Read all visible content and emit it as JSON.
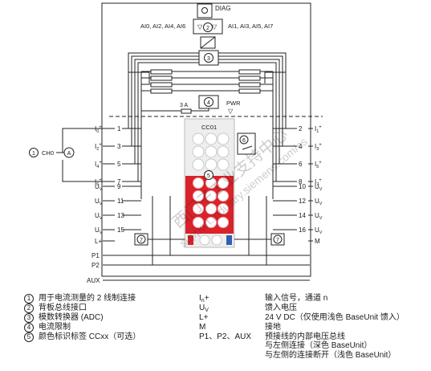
{
  "diagram": {
    "diag_label": "DIAG",
    "ai_even_label": "AI0, AI2, AI4, AI6",
    "ai_odd_label": "AI1, AI3, AI5, AI7",
    "fuse_label": "3 A",
    "pwr_label": "PWR",
    "cc_label": "CC01",
    "ch_label": "CH0",
    "ammeter_label": "A",
    "m_label": "M",
    "rail_labels": [
      "P1",
      "P2",
      "AUX"
    ],
    "markers": [
      "1",
      "2",
      "3",
      "4",
      "5",
      "6",
      "7",
      "7"
    ],
    "left_terminals": [
      {
        "num": "1",
        "sig": "I",
        "sub": "0",
        "sup": "+"
      },
      {
        "num": "3",
        "sig": "I",
        "sub": "2",
        "sup": "+"
      },
      {
        "num": "5",
        "sig": "I",
        "sub": "4",
        "sup": "+"
      },
      {
        "num": "7",
        "sig": "I",
        "sub": "6",
        "sup": "+"
      },
      {
        "num": "9",
        "sig": "U",
        "sub": "V",
        "sup": ""
      },
      {
        "num": "11",
        "sig": "U",
        "sub": "V",
        "sup": ""
      },
      {
        "num": "13",
        "sig": "U",
        "sub": "V",
        "sup": ""
      },
      {
        "num": "15",
        "sig": "U",
        "sub": "V",
        "sup": ""
      },
      {
        "num": "",
        "sig": "L+",
        "sub": "",
        "sup": ""
      }
    ],
    "right_terminals": [
      {
        "num": "2",
        "sig": "I",
        "sub": "1",
        "sup": "+"
      },
      {
        "num": "4",
        "sig": "I",
        "sub": "3",
        "sup": "+"
      },
      {
        "num": "6",
        "sig": "I",
        "sub": "5",
        "sup": "+"
      },
      {
        "num": "8",
        "sig": "I",
        "sub": "7",
        "sup": "+"
      },
      {
        "num": "10",
        "sig": "U",
        "sub": "V",
        "sup": ""
      },
      {
        "num": "12",
        "sig": "U",
        "sub": "V",
        "sup": ""
      },
      {
        "num": "14",
        "sig": "U",
        "sub": "V",
        "sup": ""
      },
      {
        "num": "16",
        "sig": "U",
        "sub": "V",
        "sup": ""
      },
      {
        "num": "",
        "sig": "M",
        "sub": "",
        "sup": ""
      }
    ],
    "watermark": [
      "西门子工业支持中心",
      "support.industry.siemens.com/cs"
    ]
  },
  "legend": {
    "left": [
      {
        "num": "1",
        "text": "用于电流测量的 2 线制连接"
      },
      {
        "num": "2",
        "text": "背板总线接口"
      },
      {
        "num": "3",
        "text": "模数转换器 (ADC)"
      },
      {
        "num": "4",
        "text": "电流限制"
      },
      {
        "num": "5",
        "text": "颜色标识标签 CCxx（可选）"
      }
    ],
    "right": [
      {
        "sym": "In+",
        "sym_main": "I",
        "sym_sub": "n",
        "sym_sup": "+",
        "text": "输入信号，通道 n"
      },
      {
        "sym": "UV",
        "sym_main": "U",
        "sym_sub": "V",
        "sym_sup": "",
        "text": "馈入电压"
      },
      {
        "sym": "L+",
        "sym_main": "L+",
        "sym_sub": "",
        "sym_sup": "",
        "text": "24 V DC（仅使用浅色 BaseUnit 馈入）"
      },
      {
        "sym": "M",
        "sym_main": "M",
        "sym_sub": "",
        "sym_sup": "",
        "text": "接地"
      },
      {
        "sym": "P1、P2、AUX",
        "sym_main": "P1、P2、AUX",
        "sym_sub": "",
        "sym_sup": "",
        "text": "预接线的内部电压总线"
      }
    ],
    "extra_lines": [
      "与左侧连接（深色 BaseUnit）",
      "与左侧的连接断开（浅色 BaseUnit）"
    ]
  },
  "colors": {
    "red": "#d9222a",
    "blue": "#2f5fb4",
    "grey_panel": "#f2f2f2"
  }
}
